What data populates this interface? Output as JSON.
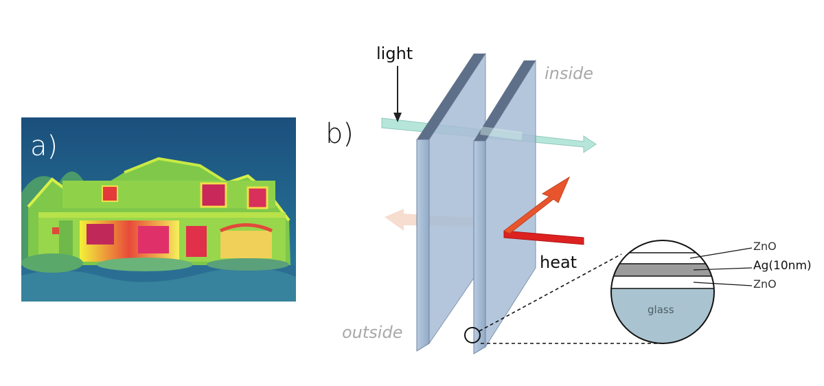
{
  "panel_a": {
    "label": "a)"
  },
  "panel_b": {
    "label": "b)",
    "light": "light",
    "inside": "inside",
    "outside": "outside",
    "heat": "heat"
  },
  "inset": {
    "layers": [
      "ZnO",
      "Ag(10nm)",
      "ZnO"
    ],
    "substrate": "glass"
  },
  "colors": {
    "thermal_background": "#1e5f86",
    "thermal_warm": "#d81e4a",
    "glass_pane": "#9fb7cf",
    "glass_edge": "#5d7188",
    "light_arrow": "#aee3d8",
    "heat_arrow": "#e8452b",
    "inset_glass": "#a9c4d0",
    "ag_layer": "#9c9c9c"
  }
}
